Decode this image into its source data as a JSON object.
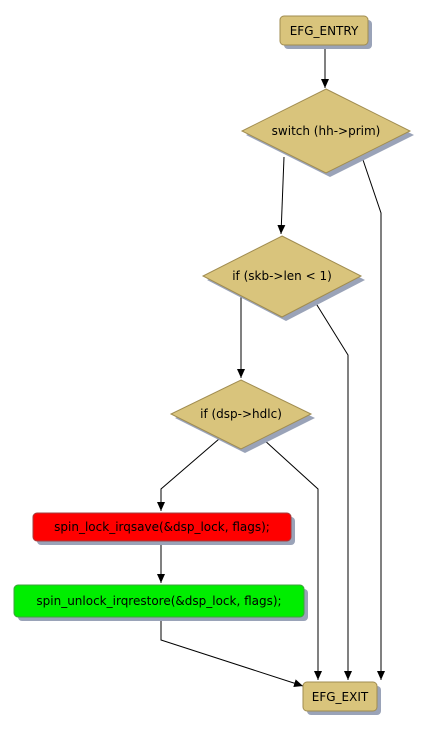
{
  "diagram": {
    "nodes": {
      "entry": {
        "label": "EFG_ENTRY",
        "shape": "rounded-rect",
        "fill": "#d9c47c"
      },
      "switch_prim": {
        "label": "switch (hh->prim)",
        "shape": "diamond",
        "fill": "#d9c47c"
      },
      "if_len": {
        "label": "if (skb->len < 1)",
        "shape": "diamond",
        "fill": "#d9c47c"
      },
      "if_hdlc": {
        "label": "if (dsp->hdlc)",
        "shape": "diamond",
        "fill": "#d9c47c"
      },
      "lock": {
        "label": "spin_lock_irqsave(&dsp_lock, flags);",
        "shape": "rounded-rect",
        "fill": "#ff0000"
      },
      "unlock": {
        "label": "spin_unlock_irqrestore(&dsp_lock, flags);",
        "shape": "rounded-rect",
        "fill": "#00ee00"
      },
      "exit": {
        "label": "EFG_EXIT",
        "shape": "rounded-rect",
        "fill": "#d9c47c"
      }
    },
    "edges": [
      {
        "from": "entry",
        "to": "switch_prim"
      },
      {
        "from": "switch_prim",
        "to": "if_len"
      },
      {
        "from": "switch_prim",
        "to": "exit"
      },
      {
        "from": "if_len",
        "to": "if_hdlc"
      },
      {
        "from": "if_len",
        "to": "exit"
      },
      {
        "from": "if_hdlc",
        "to": "lock"
      },
      {
        "from": "if_hdlc",
        "to": "exit"
      },
      {
        "from": "lock",
        "to": "unlock"
      },
      {
        "from": "unlock",
        "to": "exit"
      }
    ],
    "colors": {
      "edge": "#000000",
      "shadow": "#9aa3b8",
      "border": "#a08c50"
    }
  }
}
